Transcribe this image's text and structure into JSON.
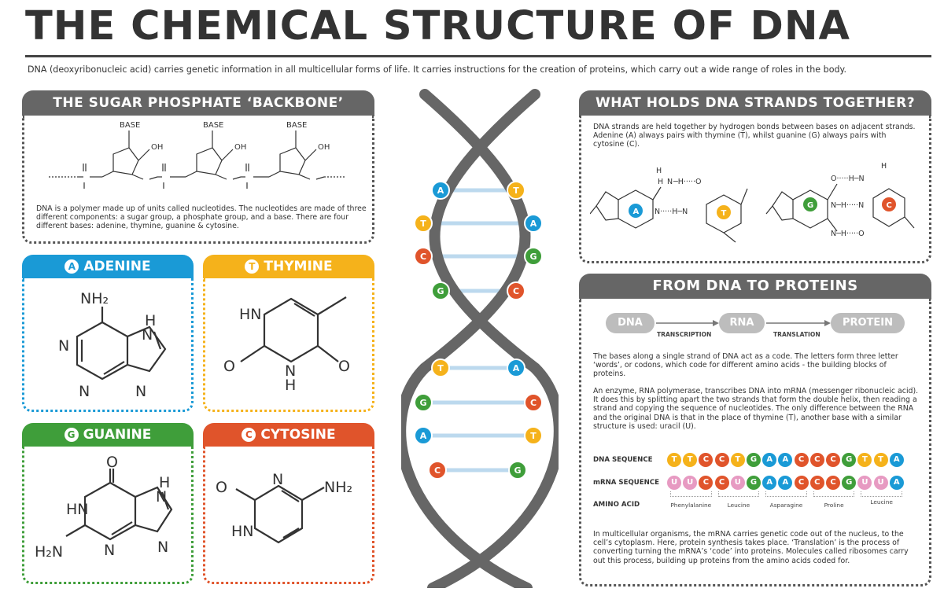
{
  "title": "THE CHEMICAL STRUCTURE OF DNA",
  "intro": "DNA (deoxyribonucleic acid) carries genetic information in all multicellular forms of life. It carries instructions for the creation of proteins, which carry out a wide range of roles in the body.",
  "backbone": {
    "heading": "THE SUGAR PHOSPHATE ‘BACKBONE’",
    "base_label": "BASE",
    "oh_label": "OH",
    "text": "DNA is a polymer made up of units called nucleotides. The nucleotides are made of three different components: a sugar group, a phosphate group, and a base. There are four different bases: adenine, thymine, guanine & cytosine."
  },
  "bases": {
    "adenine": {
      "letter": "A",
      "name": "ADENINE",
      "color": "#1a9ad6"
    },
    "thymine": {
      "letter": "T",
      "name": "THYMINE",
      "color": "#f5b21b"
    },
    "guanine": {
      "letter": "G",
      "name": "GUANINE",
      "color": "#3f9e3a"
    },
    "cytosine": {
      "letter": "C",
      "name": "CYTOSINE",
      "color": "#e0542b"
    }
  },
  "strands": {
    "heading": "WHAT HOLDS DNA STRANDS TOGETHER?",
    "text": "DNA strands are held together by hydrogen bonds between bases on adjacent strands. Adenine (A) always pairs with thymine (T), whilst guanine (G) always pairs with cytosine (C)."
  },
  "helix": {
    "pairs": [
      {
        "left": "A",
        "right": "T"
      },
      {
        "left": "T",
        "right": "A"
      },
      {
        "left": "C",
        "right": "G"
      },
      {
        "left": "G",
        "right": "C"
      },
      {
        "left": "T",
        "right": "A"
      },
      {
        "left": "G",
        "right": "C"
      },
      {
        "left": "A",
        "right": "T"
      },
      {
        "left": "C",
        "right": "G"
      }
    ]
  },
  "proteins": {
    "heading": "FROM DNA TO PROTEINS",
    "flow": {
      "dna": "DNA",
      "rna": "RNA",
      "protein": "PROTEIN",
      "transcription": "TRANSCRIPTION",
      "translation": "TRANSLATION"
    },
    "para1": "The bases along a single strand of DNA act as a code. The letters form three letter ‘words’, or codons, which code for different amino acids - the building blocks of proteins.",
    "para2": "An enzyme, RNA polymerase, transcribes DNA into mRNA (messenger ribonucleic acid). It does this by splitting apart the two strands that form the double helix, then reading a strand and copying the sequence of nucleotides. The only difference between the RNA and the original DNA is that in the place of thymine (T), another base with a similar structure is used: uracil (U).",
    "dna_sequence_label": "DNA SEQUENCE",
    "mrna_sequence_label": "mRNA SEQUENCE",
    "amino_acid_label": "AMINO ACID",
    "dna_sequence": [
      "T",
      "T",
      "C",
      "C",
      "T",
      "G",
      "A",
      "A",
      "C",
      "C",
      "C",
      "G",
      "T",
      "T",
      "A"
    ],
    "mrna_sequence": [
      "U",
      "U",
      "C",
      "C",
      "U",
      "G",
      "A",
      "A",
      "C",
      "C",
      "C",
      "G",
      "U",
      "U",
      "A"
    ],
    "uracil_color": "#e79ac2",
    "amino_acids": [
      "Phenylalanine",
      "Leucine",
      "Asparagine",
      "Proline",
      "Leucine"
    ],
    "para3": "In multicellular organisms, the mRNA carries genetic code out of the nucleus, to the cell’s cytoplasm. Here, protein synthesis takes place. ‘Translation’ is the process of converting turning the mRNA’s ‘code’ into proteins. Molecules called ribosomes carry out this process, building up proteins from the amino acids coded for."
  }
}
